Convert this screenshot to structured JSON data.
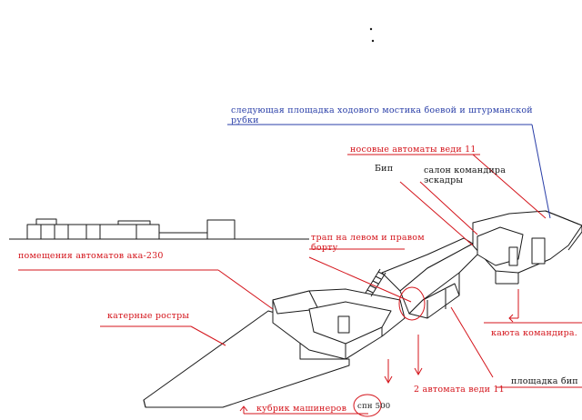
{
  "labels": {
    "next_platform": "следующая площадка ходового мостика боевой и штурманской",
    "next_platform_cont": "рубки",
    "bow_guns": "носовые автоматы веди 11",
    "bip": "Бип",
    "salon": "салон командира",
    "salon_cont": "эскадры",
    "ladder": "трап на левом и правом",
    "ladder_cont": "борту",
    "gun_rooms": "помещения автоматов ака-230",
    "boat_rostra": "катерные ростры",
    "cabin": "каюта командира.",
    "bip_platform": "площадка бип",
    "two_guns": "2 автомата веди 11",
    "mechanics_cabin": "кубрик машинеров",
    "spn": "спн 500"
  },
  "colors": {
    "annotation_red": "#d4141b",
    "annotation_blue": "#2a3fa8",
    "drawing": "#1a1a1a"
  }
}
